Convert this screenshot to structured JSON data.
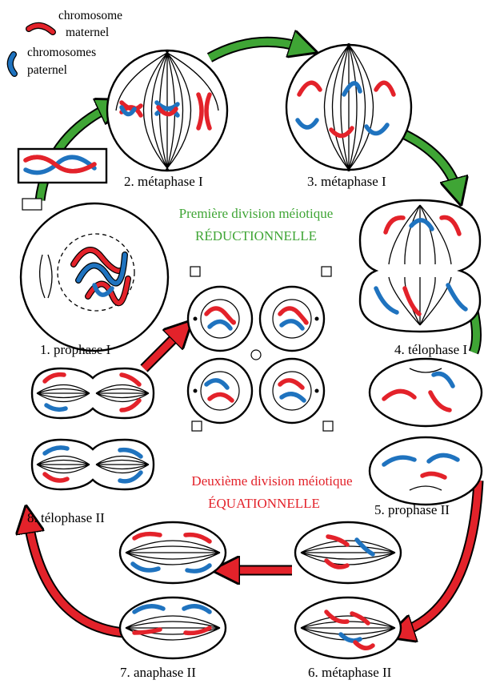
{
  "legend": {
    "maternal_line1": "chromosome",
    "maternal_line2": "maternel",
    "paternal_line1": "chromosomes",
    "paternal_line2": "paternel"
  },
  "titles": {
    "first_division_line1": "Première division méiotique",
    "first_division_line2": "RÉDUCTIONNELLE",
    "second_division_line1": "Deuxième division méiotique",
    "second_division_line2": "ÉQUATIONNELLE"
  },
  "stages": {
    "s1": "1. prophase I",
    "s2": "2. métaphase I",
    "s3": "3. métaphase I",
    "s4": "4. télophase I",
    "s5": "5. prophase II",
    "s6": "6. métaphase II",
    "s7": "7. anaphase II",
    "s8": "8. télophase II"
  },
  "colors": {
    "maternal": "#e3222a",
    "paternal": "#1f73bf",
    "arrow_first_division": "#3fa535",
    "arrow_second_division": "#e3222a"
  }
}
